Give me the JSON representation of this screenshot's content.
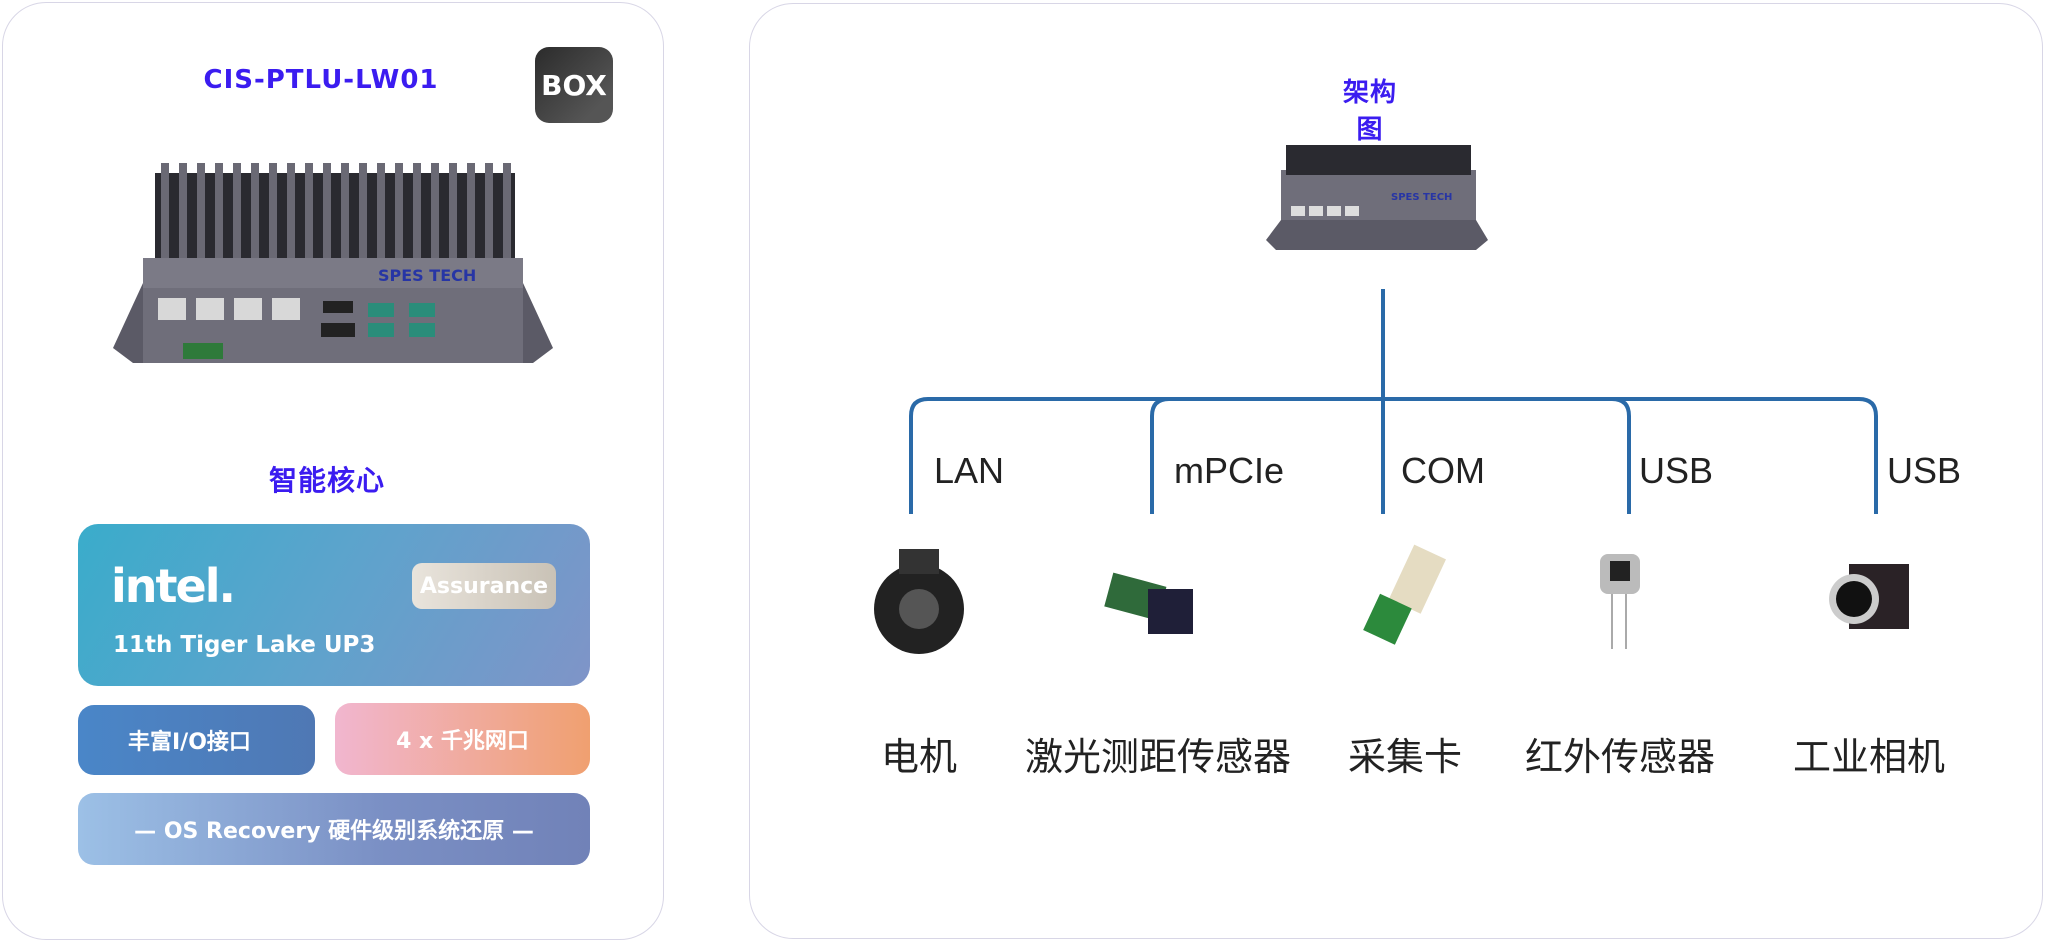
{
  "left_card": {
    "model": "CIS-PTLU-LW01",
    "badge": "BOX",
    "device_brand": "SPES TECH",
    "section_title": "智能核心",
    "cpu_card": {
      "brand": "intel.",
      "badge": "Assurance",
      "generation": "11th Tiger Lake UP3"
    },
    "features": [
      {
        "label": "丰富I/O接口"
      },
      {
        "label": "4 x 千兆网口"
      }
    ],
    "recovery": "— OS Recovery 硬件级别系统还原 —"
  },
  "right_card": {
    "title": "架构图",
    "line_color": "#2a6aa8",
    "branches": [
      {
        "interface": "LAN",
        "device": "电机",
        "icon": "motor-icon"
      },
      {
        "interface": "mPCIe",
        "device": "激光测距传感器",
        "icon": "laser-sensor-icon"
      },
      {
        "interface": "COM",
        "device": "采集卡",
        "icon": "serial-adapter-icon"
      },
      {
        "interface": "USB",
        "device": "红外传感器",
        "icon": "infrared-sensor-icon"
      },
      {
        "interface": "USB",
        "device": "工业相机",
        "icon": "industrial-camera-icon"
      }
    ]
  }
}
